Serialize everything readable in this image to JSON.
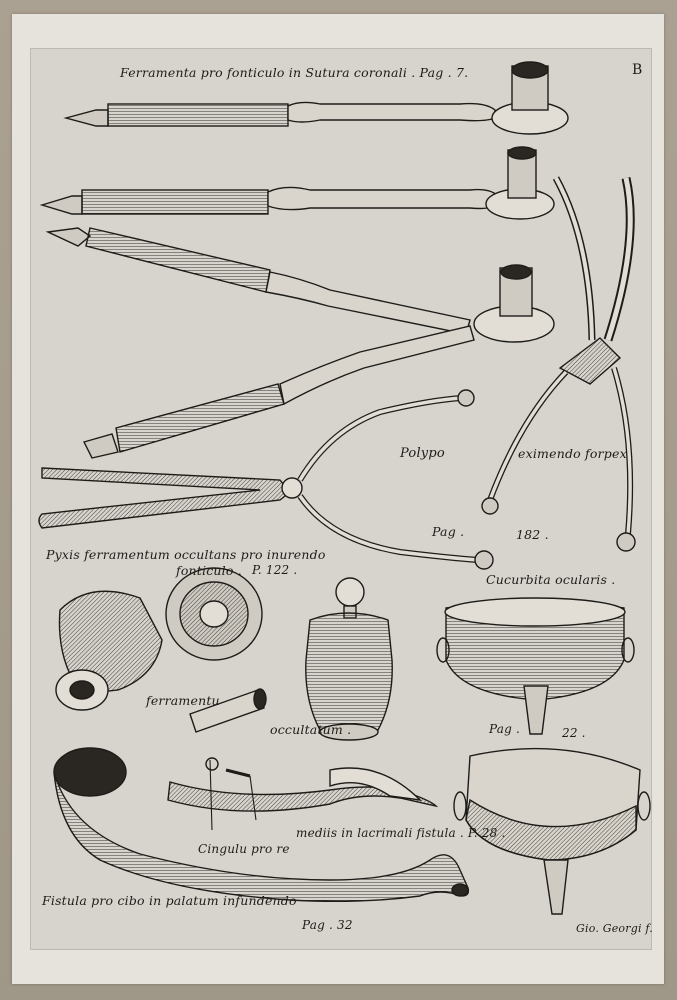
{
  "plate_letter": "B",
  "captions": {
    "ferramenta": "Ferramenta pro fonticulo in Sutura coronali . Pag . 7.",
    "polypo": "Polypo",
    "eximendo": "eximendo forpex",
    "pag182": "Pag .",
    "pag182_num": "182 .",
    "pyxis_1": "Pyxis ferramentum occultans pro inurendo",
    "pyxis_2": "fonticulo .",
    "pyxis_page": "P. 122 .",
    "cucurbita": "Cucurbita ocularis .",
    "ferramentu": "ferramentu",
    "occultatum": "occultatum .",
    "pag22": "Pag .",
    "pag22_num": "22 .",
    "cingulu": "Cingulu pro re",
    "cingulu_2": "mediis in lacrimali fistula . P. 28 .",
    "fistula": "Fistula pro cibo in palatum infundendo",
    "pag32": "Pag . 32",
    "signature": "Gio. Georgi f."
  },
  "colors": {
    "ink": "#1e1c19",
    "paper": "#e6e3dc",
    "plate": "#d7d4cd",
    "mount": "#a59d8d"
  }
}
